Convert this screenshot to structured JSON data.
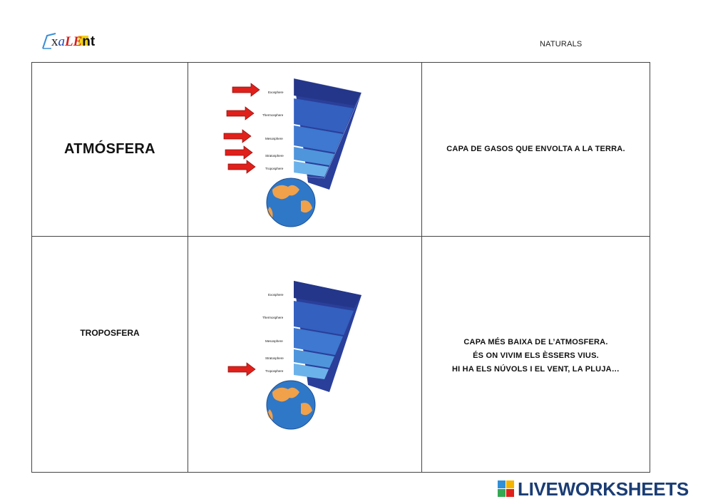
{
  "header": {
    "logo_text": "xaLEnt",
    "subject": "NATURALS"
  },
  "rows": [
    {
      "term": "ATMÓSFERA",
      "definition": [
        "CAPA DE GASOS QUE ENVOLTA A LA TERRA."
      ],
      "diagram_layers": [
        "Exosphere",
        "Thermosphere",
        "Mesosphere",
        "Stratosphere",
        "Troposphere"
      ],
      "arrow_on_layers": [
        "Exosphere",
        "Thermosphere",
        "Mesosphere",
        "Stratosphere",
        "Troposphere"
      ]
    },
    {
      "term": "TROPOSFERA",
      "definition": [
        "CAPA MÉS BAIXA DE L’ATMOSFERA.",
        "ÉS ON VIVIM ELS ÈSSERS VIUS.",
        "HI HA ELS NÚVOLS I EL VENT, LA PLUJA…"
      ],
      "diagram_layers": [
        "Exosphere",
        "Thermosphere",
        "Mesosphere",
        "Stratosphere",
        "Troposphere"
      ],
      "arrow_on_layers": [
        "Troposphere"
      ]
    }
  ],
  "footer": {
    "brand": "LIVEWORKSHEETS",
    "colors": {
      "brand_text": "#1b3d74",
      "arrow": "#e0201b",
      "layer_dark": "#1f3a93",
      "layer_light": "#7fc4f0"
    }
  }
}
